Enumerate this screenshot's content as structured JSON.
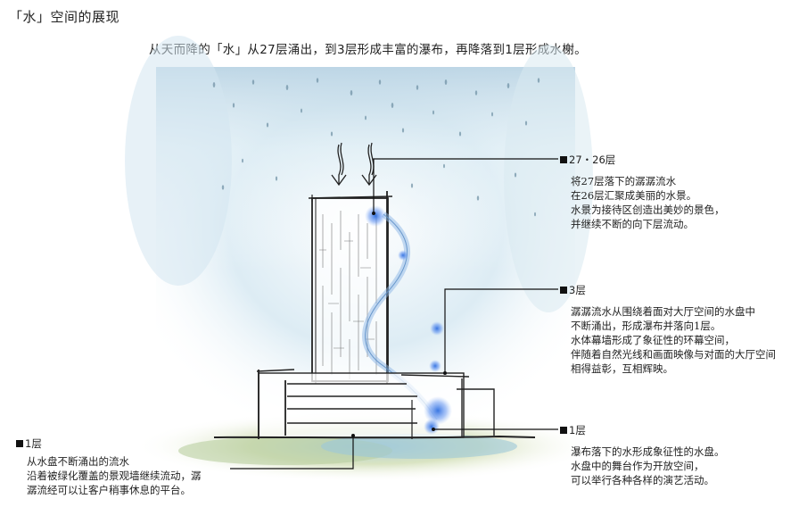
{
  "page": {
    "title": "「水」空间的展现",
    "subtitle": "从天而降的「水」从27层涌出，到3层形成丰富的瀑布，再降落到1层形成水榭。"
  },
  "callouts": {
    "c27": {
      "heading": "27・26层",
      "lines": [
        "将27层落下的潺潺流水",
        "在26层汇聚成美丽的水景。",
        "水景为接待区创造出美妙的景色，",
        "并继续不断的向下层流动。"
      ]
    },
    "c3": {
      "heading": "3层",
      "lines": [
        "潺潺流水从围绕着面对大厅空间的水盘中",
        "不断涌出，形成瀑布并落向1层。",
        "水体幕墙形成了象征性的环幕空间，",
        "伴随着自然光线和画面映像与对面的大厅空间",
        "相得益彰，互相辉映。"
      ]
    },
    "c1r": {
      "heading": "1层",
      "lines": [
        "瀑布落下的水形成象征性的水盘。",
        "水盘中的舞台作为开放空间，",
        "可以举行各种各样的演艺活动。"
      ]
    },
    "c1l": {
      "heading": "1层",
      "lines": [
        "从水盘不断涌出的流水",
        "沿着被绿化覆盖的景观墙继续流动，潺",
        "潺流经可以让客户稍事休息的平台。"
      ]
    }
  },
  "colors": {
    "water_blue": "#2f6fe0",
    "sky_tint": "#d6e8f2",
    "ground_tint": "#b9cfa0",
    "sketch_ink": "#222222"
  }
}
